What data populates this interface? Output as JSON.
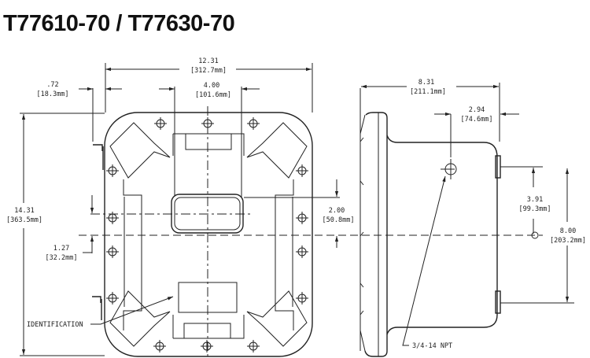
{
  "title": "T77610-70 / T77630-70",
  "front_view": {
    "width_in": "12.31",
    "width_mm": "[312.7mm]",
    "offset_in": ".72",
    "offset_mm": "[18.3mm]",
    "center_in": "4.00",
    "center_mm": "[101.6mm]",
    "height_in": "14.31",
    "height_mm": "[363.5mm]",
    "window_in": "2.00",
    "window_mm": "[50.8mm]",
    "low_in": "1.27",
    "low_mm": "[32.2mm]",
    "identification": "IDENTIFICATION"
  },
  "side_view": {
    "depth_in": "8.31",
    "depth_mm": "[211.1mm]",
    "conduit_in": "2.94",
    "conduit_mm": "[74.6mm]",
    "conduit_height_in": "3.91",
    "conduit_height_mm": "[99.3mm]",
    "mount_in": "8.00",
    "mount_mm": "[203.2mm]",
    "conduit_label": "3/4-14 NPT"
  }
}
